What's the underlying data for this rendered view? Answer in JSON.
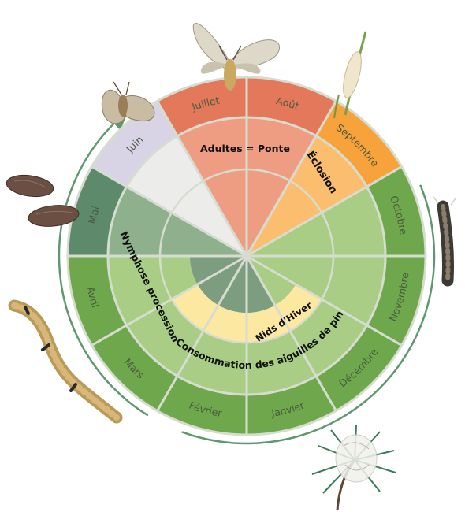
{
  "months": [
    {
      "label": "Juillet",
      "color": "#e3795a"
    },
    {
      "label": "Août",
      "color": "#e3795a"
    },
    {
      "label": "Septembre",
      "color": "#f7a23a"
    },
    {
      "label": "Octobre",
      "color": "#6fa84c"
    },
    {
      "label": "Novembre",
      "color": "#6fa84c"
    },
    {
      "label": "Décembre",
      "color": "#6fa84c"
    },
    {
      "label": "Janvier",
      "color": "#6fa84c"
    },
    {
      "label": "Février",
      "color": "#6fa84c"
    },
    {
      "label": "Mars",
      "color": "#6fa84c"
    },
    {
      "label": "Avril",
      "color": "#6fa84c"
    },
    {
      "label": "Mai",
      "color": "#5c8a6a"
    },
    {
      "label": "Juin",
      "color": "#d9d3e6"
    }
  ],
  "phases": {
    "adultes_ponte": "Adultes = Ponte",
    "eclosion": "Éclosion",
    "nymphose": "Nymphose procession",
    "consommation": "Consommation des aiguilles de pin",
    "nids_hiver": "Nids d'Hiver"
  },
  "colors": {
    "adult_phase": "#ef9d82",
    "eclosion_phase": "#fbbe6e",
    "larva_phase": "#a9cd84",
    "nymph_phase": "#8fb08d",
    "nest_phase": "#fde8a2",
    "pupa_center": "#7d9d80",
    "june_inner": "#ececea",
    "separator": "#d6ddd0",
    "arrow": "#5f9870"
  },
  "icons": [
    "moth-icon",
    "pupa-icon",
    "caterpillar-icon",
    "eggs-on-pine-icon",
    "pine-nest-icon"
  ]
}
